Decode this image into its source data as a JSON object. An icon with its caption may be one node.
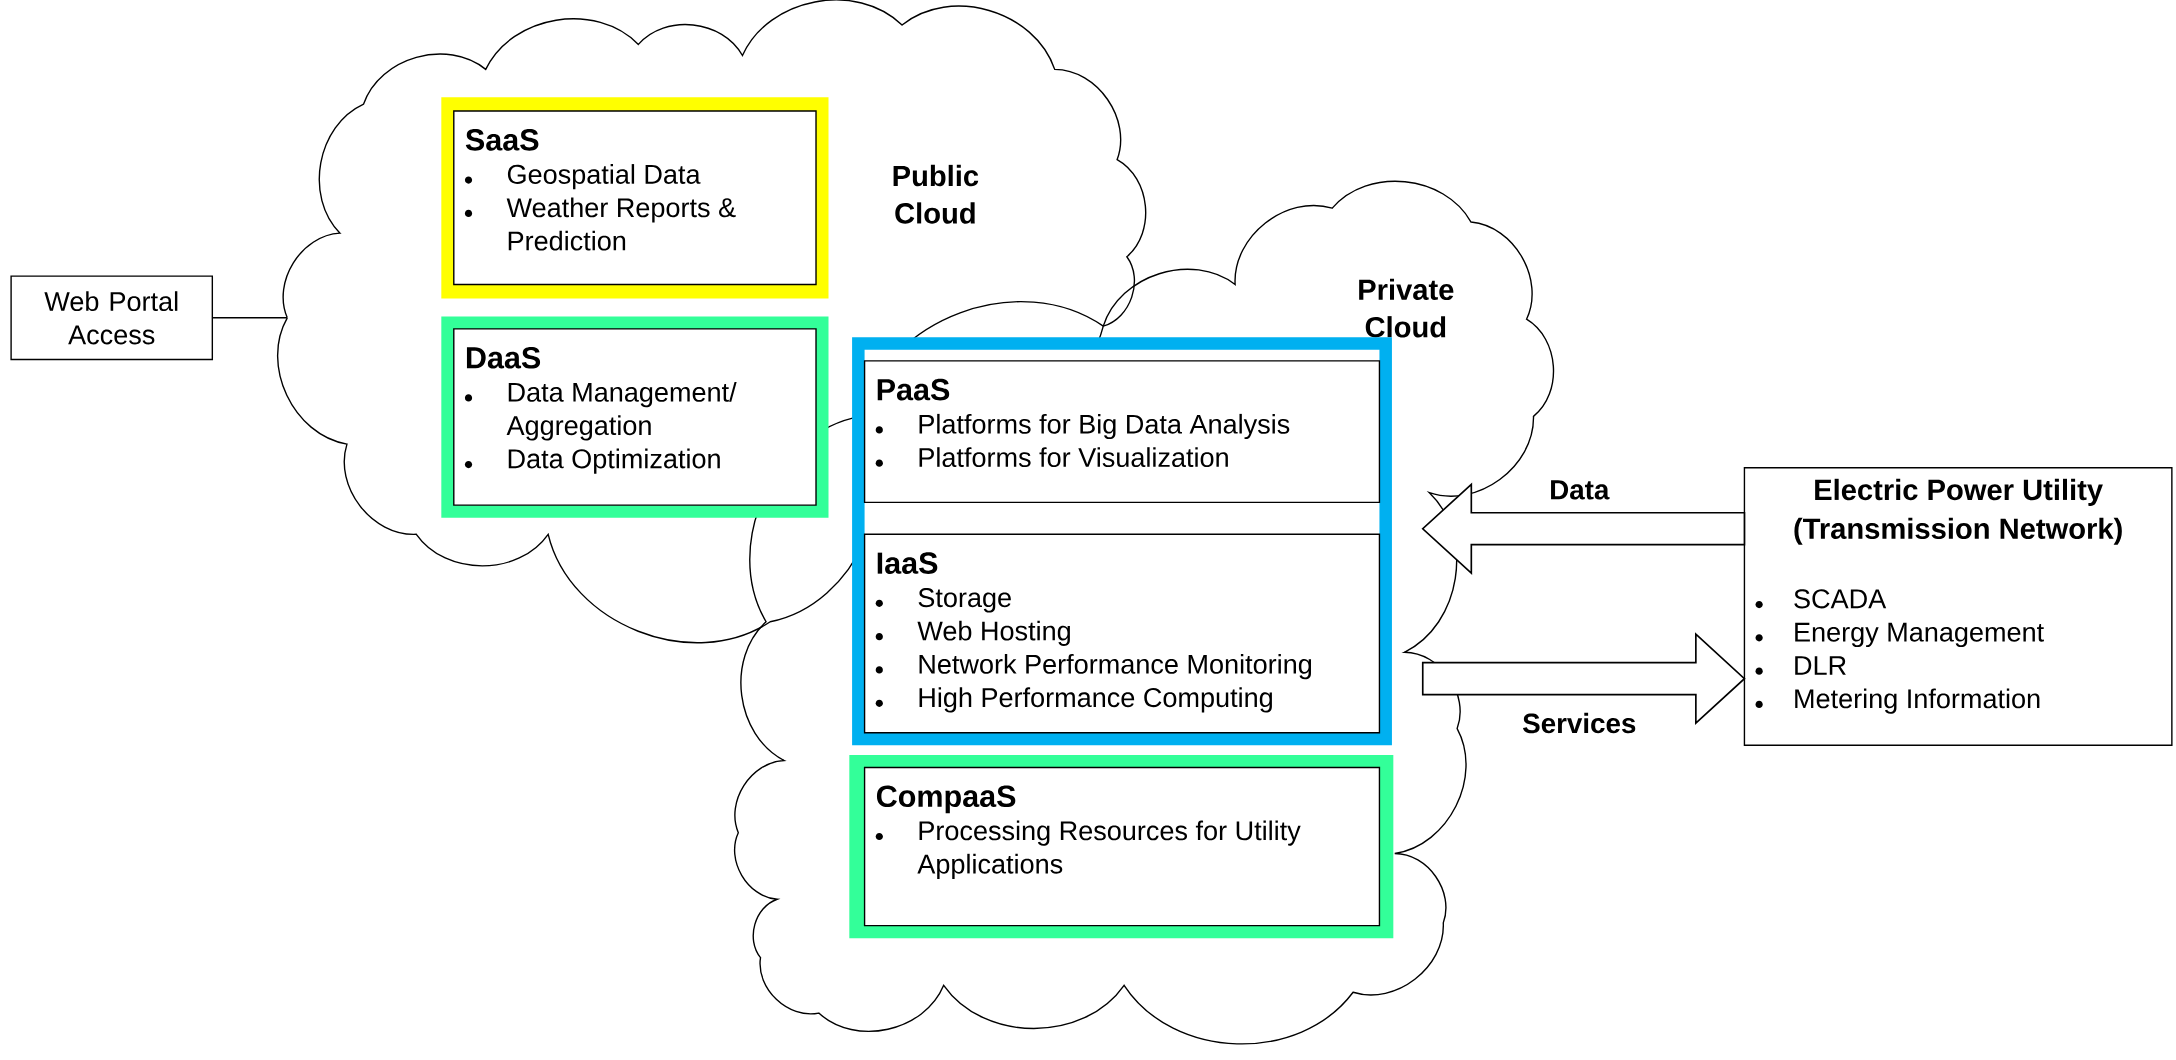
{
  "diagram": {
    "nodes": [
      {
        "text": [
          "Public Cloud"
        ]
      },
      {
        "text": [
          "SaaS",
          "Geospatial Data",
          "Weather Reports & Prediction"
        ],
        "in": 0
      },
      {
        "text": [
          "DaaS",
          "Data Management/ Aggregation",
          "Data Optimization"
        ],
        "in": 0
      },
      {
        "text": [
          "Private Cloud"
        ]
      },
      {
        "text": [],
        "shape": "box",
        "in": 3
      },
      {
        "text": [
          "PaaS",
          "Platforms for Big Data Analysis",
          "Platforms for Visualization"
        ],
        "in": 4
      },
      {
        "text": [
          "IaaS",
          "Storage",
          "Web Hosting",
          "Network Performance Monitoring",
          "High Performance Computing"
        ],
        "in": 4
      },
      {
        "text": [
          "CompaaS",
          "Processing Resources for Utility Applications"
        ],
        "in": 3
      },
      {
        "text": [
          "Web Portal Access"
        ]
      },
      {
        "text": [
          "Electric Power Utility (Transmission Network)",
          "SCADA",
          "Energy Management",
          "DLR",
          "Metering Information"
        ]
      }
    ],
    "edges": [
      {
        "from": 8,
        "to": 0,
        "arrow": "none"
      },
      {
        "from": 9,
        "to": 3,
        "arrow": "to",
        "label": "Data",
        "style": "thick"
      },
      {
        "from": 3,
        "to": 9,
        "arrow": "to",
        "label": "Services",
        "style": "thick"
      }
    ]
  }
}
